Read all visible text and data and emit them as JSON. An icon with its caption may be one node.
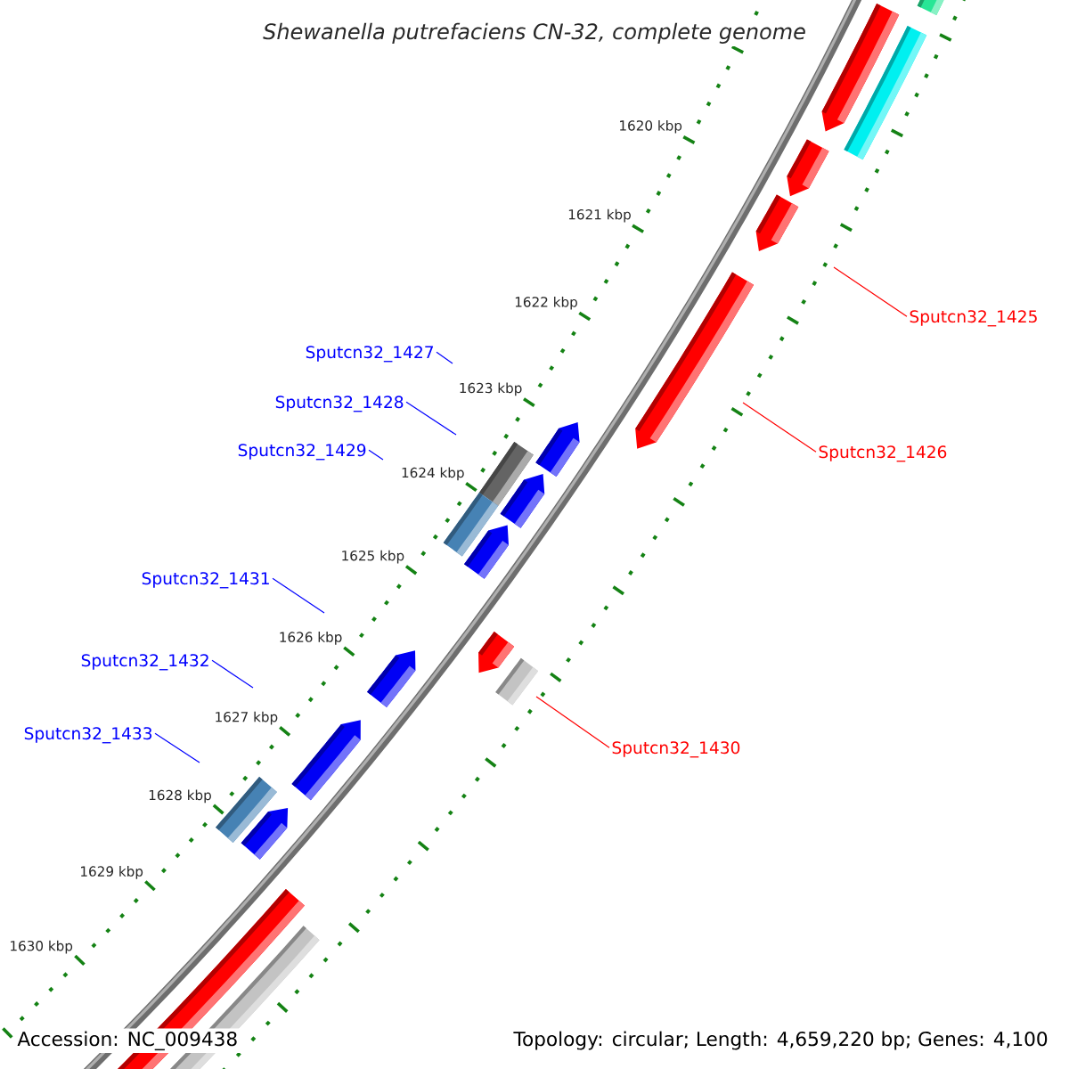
{
  "diagram": {
    "title": "Shewanella putrefaciens CN-32, complete genome",
    "nodes": [
      {
        "text": [
          "Sputcn32_1425"
        ]
      },
      {
        "text": [
          "Sputcn32_1426"
        ]
      },
      {
        "text": [
          "Sputcn32_1427"
        ]
      },
      {
        "text": [
          "Sputcn32_1428"
        ]
      },
      {
        "text": [
          "Sputcn32_1429"
        ]
      },
      {
        "text": [
          "Sputcn32_1430"
        ]
      },
      {
        "text": [
          "Sputcn32_1431"
        ]
      },
      {
        "text": [
          "Sputcn32_1432"
        ]
      },
      {
        "text": [
          "Sputcn32_1433"
        ]
      }
    ],
    "edges": [
      {
        "from": 0,
        "to": null,
        "arrow": "none",
        "color": "#ff0000"
      },
      {
        "from": 1,
        "to": null,
        "arrow": "none",
        "color": "#ff0000"
      },
      {
        "from": 2,
        "to": null,
        "arrow": "none"
      },
      {
        "from": 3,
        "to": null,
        "arrow": "none"
      },
      {
        "from": 4,
        "to": null,
        "arrow": "none"
      },
      {
        "from": 5,
        "to": null,
        "arrow": "none",
        "color": "#ff0000"
      },
      {
        "from": 6,
        "to": null,
        "arrow": "none"
      },
      {
        "from": 7,
        "to": null,
        "arrow": "none"
      },
      {
        "from": 8,
        "to": null,
        "arrow": "none"
      }
    ],
    "labels": [
      "1620 kbp",
      "1621 kbp",
      "1622 kbp",
      "1623 kbp",
      "1624 kbp",
      "1625 kbp",
      "1626 kbp",
      "1627 kbp",
      "1628 kbp",
      "1629 kbp",
      "1630 kbp",
      "Accession: NC_009438",
      "Topology: circular; Length: 4,659,220 bp; Genes: 4,100"
    ]
  }
}
